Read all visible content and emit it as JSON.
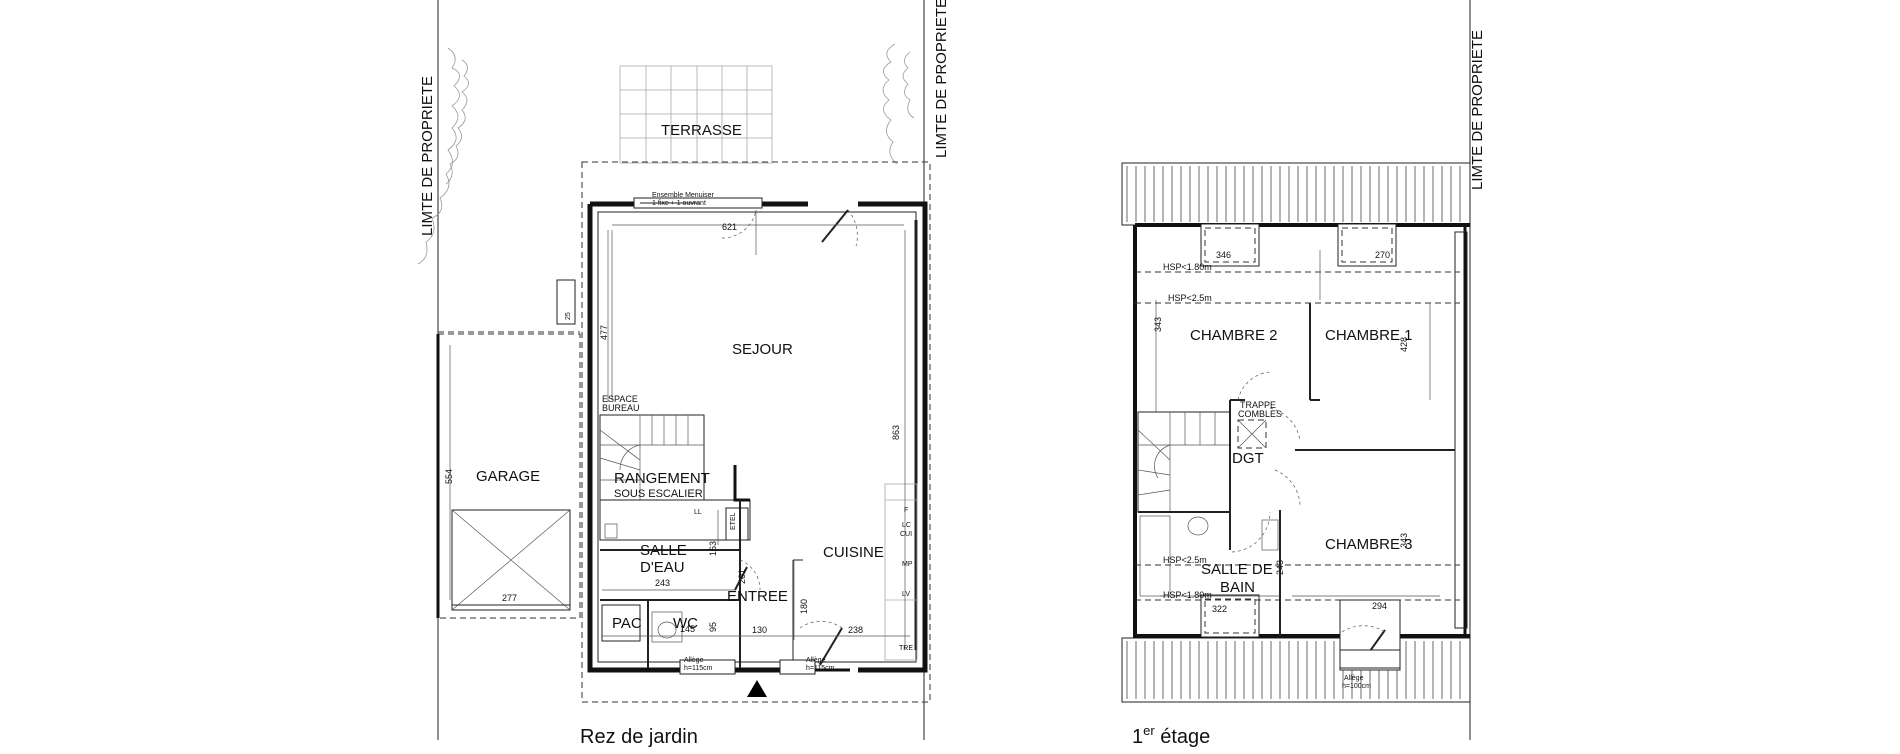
{
  "ground_floor": {
    "caption": "Rez de jardin",
    "property_limit_left": "LIMTE DE PROPRIETE",
    "property_limit_right": "LIMTE DE PROPRIETE",
    "terrace": "TERRASSE",
    "sejour": "SEJOUR",
    "garage": "GARAGE",
    "espace_bureau_1": "ESPACE",
    "espace_bureau_2": "BUREAU",
    "rangement": "RANGEMENT",
    "sous_escalier": "SOUS ESCALIER",
    "salle_eau_1": "SALLE",
    "salle_eau_2": "D'EAU",
    "cuisine": "CUISINE",
    "entree": "ENTREE",
    "pac": "PAC",
    "wc": "WC",
    "menuiserie_1": "Ensemble Menuiser",
    "menuiserie_2": "1 fixe + 1 ouvrant",
    "dims": {
      "d621": "621",
      "d477": "477",
      "d863": "863",
      "d554": "554",
      "d277": "277",
      "d243": "243",
      "d163": "163",
      "d201": "201",
      "d180": "180",
      "d145": "145",
      "d130": "130",
      "d238": "238",
      "d95": "95",
      "d25": "25"
    },
    "kitchen_marks": [
      "F",
      "LC",
      "CUI",
      "MP",
      "LV",
      "TRE"
    ],
    "etel": "ETEL",
    "ll": "LL",
    "allege_1": "Allège",
    "allege_2": "h=115cm",
    "allege_3": "Allège",
    "allege_4": "h=115cm"
  },
  "upper_floor": {
    "caption_prefix": "1",
    "caption_sup": "er",
    "caption_suffix": " étage",
    "property_limit": "LIMTE DE PROPRIETE",
    "chambre1": "CHAMBRE 1",
    "chambre2": "CHAMBRE 2",
    "chambre3": "CHAMBRE 3",
    "dgt": "DGT",
    "salle_bain_1": "SALLE DE",
    "salle_bain_2": "BAIN",
    "trappe_1": "TRAPPE",
    "trappe_2": "COMBLES",
    "hsp_180_top": "HSP<1.80m",
    "hsp_25_top": "HSP<2.5m",
    "hsp_25_bottom": "HSP<2.5m",
    "hsp_180_bottom": "HSP<1.80m",
    "dims": {
      "d346": "346",
      "d270": "270",
      "d343a": "343",
      "d428": "428",
      "d343b": "343",
      "d243": "243",
      "d322": "322",
      "d294": "294"
    },
    "allege_1": "Allège",
    "allege_2": "h=100cm"
  }
}
